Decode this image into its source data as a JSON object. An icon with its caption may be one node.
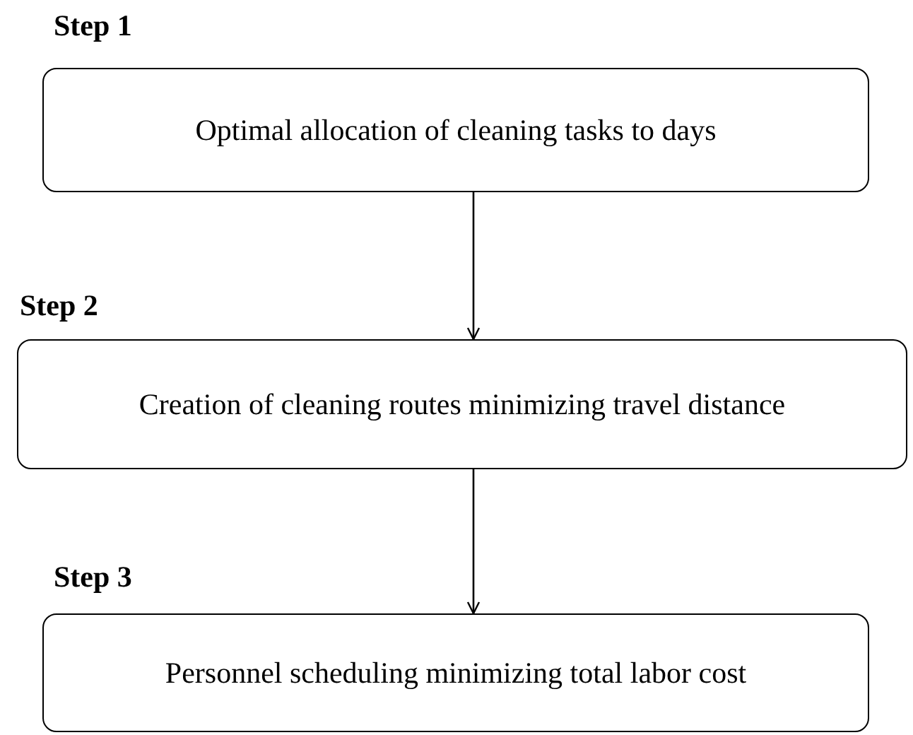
{
  "diagram": {
    "nodes": [
      {
        "text": [
          "Step 1",
          "Optimal allocation of cleaning tasks to days"
        ]
      },
      {
        "text": [
          "Step 2",
          "Creation of cleaning routes minimizing travel distance"
        ]
      },
      {
        "text": [
          "Step 3",
          "Personnel scheduling minimizing total labor cost"
        ]
      }
    ],
    "edges": [
      {
        "from": 0,
        "to": 1,
        "arrow": "to"
      },
      {
        "from": 1,
        "to": 2,
        "arrow": "to"
      }
    ]
  }
}
